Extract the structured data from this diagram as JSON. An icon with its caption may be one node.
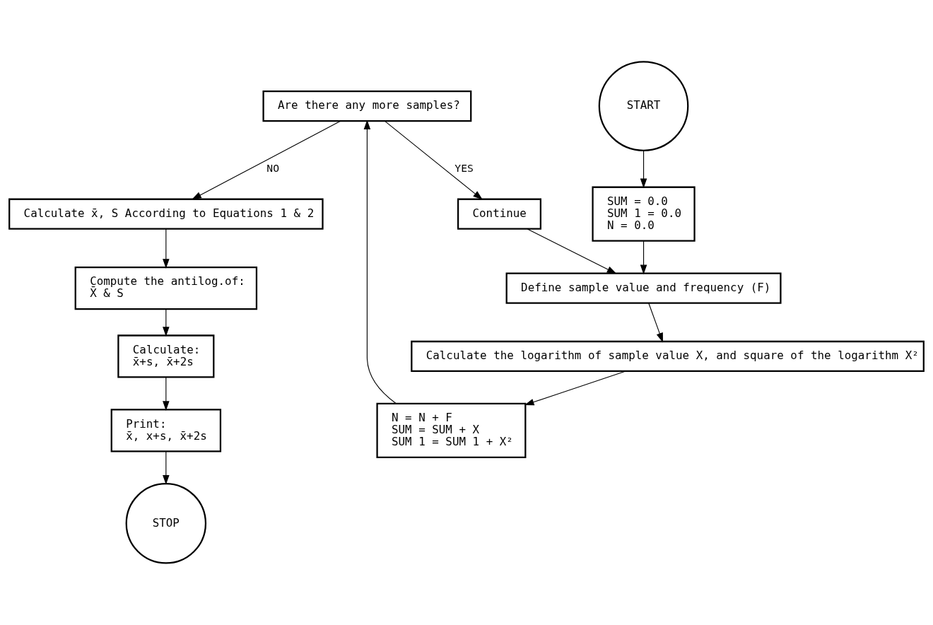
{
  "diagram": {
    "nodes": [
      {
        "text": [
          "STOP"
        ]
      },
      {
        "text": [
          "START"
        ]
      },
      {
        "text": [
          "Print:",
          "x̄, x+s, x̄+2s"
        ]
      },
      {
        "text": [
          "Calculate:",
          "x̄+s, x̄+2s"
        ]
      },
      {
        "text": [
          "Compute the antilog.of:",
          "X̄ & S"
        ]
      },
      {
        "text": [
          "Calculate x̄, S According to Equations 1 & 2"
        ]
      },
      {
        "text": [
          "SUM = 0.0",
          "SUM 1 = 0.0",
          "N = 0.0"
        ]
      },
      {
        "text": [
          "Define sample value and frequency (F)"
        ]
      },
      {
        "text": [
          "Calculate the logarithm of sample value X, and square of the logarithm X²"
        ]
      },
      {
        "text": [
          "N = N + F",
          "SUM = SUM + X",
          "SUM 1 = SUM 1 + X²"
        ]
      },
      {
        "text": [
          "Are there any more samples?"
        ]
      },
      {
        "text": [
          "Continue"
        ]
      }
    ],
    "edges": [
      {
        "from": 1,
        "to": 6,
        "arrow": "to"
      },
      {
        "from": 6,
        "to": 7,
        "arrow": "to"
      },
      {
        "from": 7,
        "to": 8,
        "arrow": "to"
      },
      {
        "from": 8,
        "to": 9,
        "arrow": "to"
      },
      {
        "from": 9,
        "to": 10,
        "arrow": "to"
      },
      {
        "from": 10,
        "to": 5,
        "arrow": "to",
        "label": "NO"
      },
      {
        "from": 10,
        "to": 11,
        "arrow": "to",
        "label": "YES"
      },
      {
        "from": 11,
        "to": 7,
        "arrow": "to"
      },
      {
        "from": 5,
        "to": 4,
        "arrow": "to"
      },
      {
        "from": 4,
        "to": 3,
        "arrow": "to"
      },
      {
        "from": 3,
        "to": 2,
        "arrow": "to"
      },
      {
        "from": 2,
        "to": 0,
        "arrow": "to"
      }
    ]
  }
}
